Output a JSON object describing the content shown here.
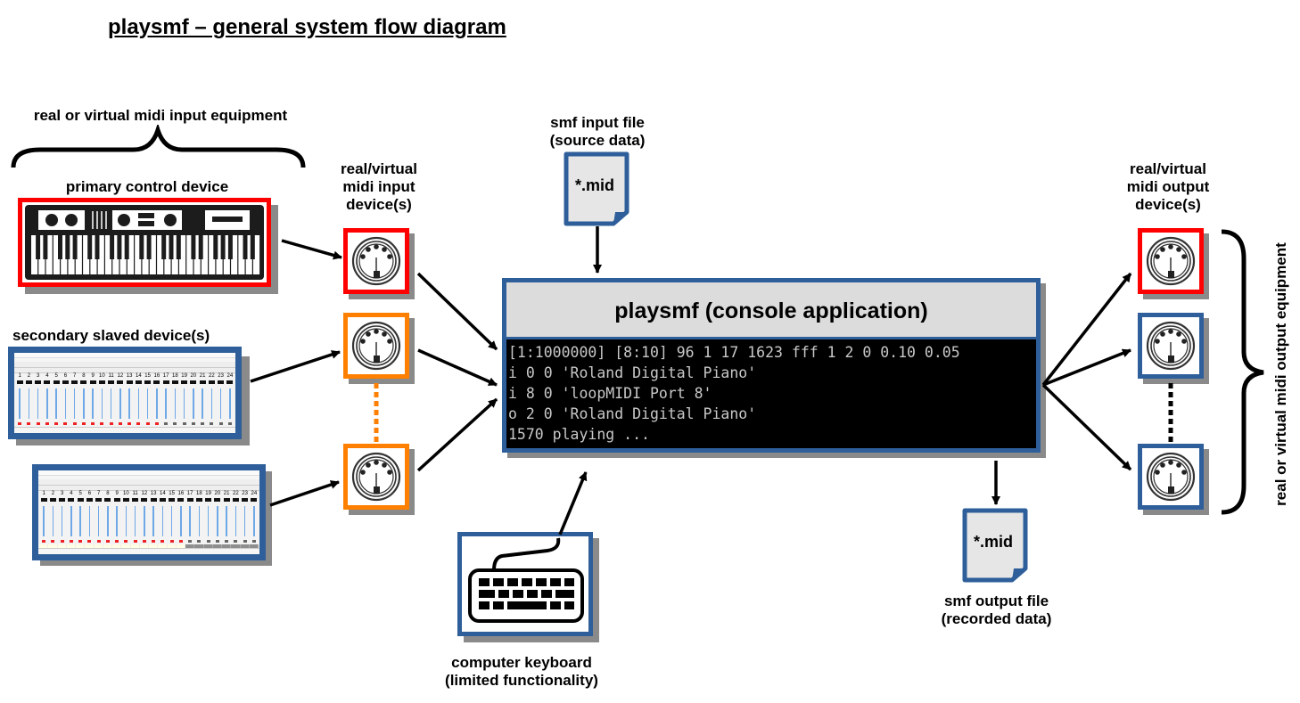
{
  "title": "playsmf – general system flow diagram",
  "colors": {
    "primary_device": "#ff0000",
    "secondary_device": "#ff8000",
    "frame_blue": "#2e5f9a",
    "console_bg": "#000000",
    "console_text": "#c8c8c8",
    "header_gray": "#dcdcdc"
  },
  "input_side": {
    "equipment_label": "real or virtual midi input equipment",
    "primary_label": "primary control device",
    "primary_icon": "synthesizer-keyboard-icon",
    "secondary_label": "secondary slaved device(s)",
    "secondary_icon": "midi-mixer-window-thumbnail",
    "mixer_channels": [
      "1",
      "2",
      "3",
      "4",
      "5",
      "6",
      "7",
      "8",
      "9",
      "10",
      "11",
      "12",
      "13",
      "14",
      "15",
      "16",
      "17",
      "18",
      "19",
      "20",
      "21",
      "22",
      "23",
      "24"
    ],
    "midi_devices_label_lines": [
      "real/virtual",
      "midi input",
      "device(s)"
    ]
  },
  "input_file": {
    "label_lines": [
      "smf input file",
      "(source data)"
    ],
    "filename": "*.mid"
  },
  "console": {
    "title": "playsmf (console application)",
    "lines": [
      "[1:1000000] [8:10] 96 1 17 1623 fff 1 2 0 0.10 0.05",
      "i 0 0 'Roland Digital Piano'",
      "i 8 0 'loopMIDI Port 8'",
      "o 2 0 'Roland Digital Piano'",
      "1570 playing ..."
    ]
  },
  "keyboard": {
    "label_lines": [
      "computer keyboard",
      "(limited functionality)"
    ],
    "icon": "computer-keyboard-icon"
  },
  "output_file": {
    "label_lines": [
      "smf output file",
      "(recorded data)"
    ],
    "filename": "*.mid"
  },
  "output_side": {
    "midi_devices_label_lines": [
      "real/virtual",
      "midi output",
      "device(s)"
    ],
    "equipment_label": "real or virtual midi output equipment"
  }
}
